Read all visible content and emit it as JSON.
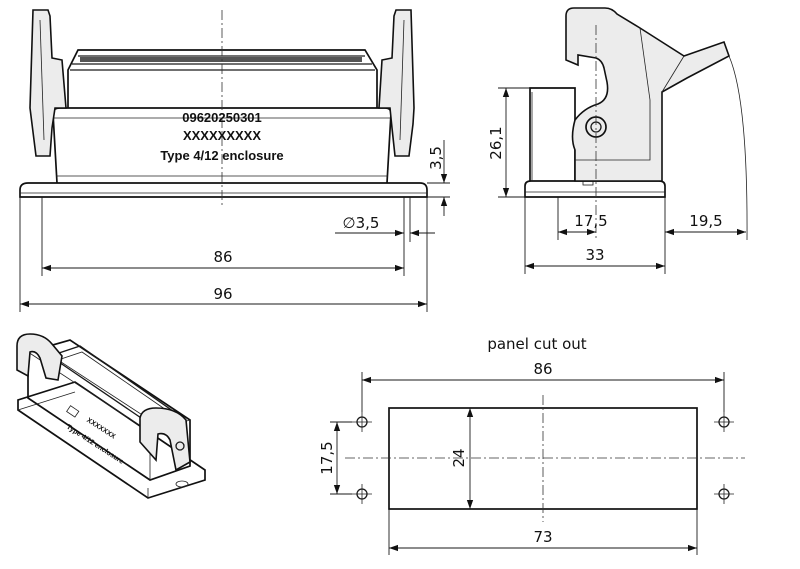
{
  "front_view": {
    "label_part_number": "09620250301",
    "label_code": "XXXXXXXXX",
    "label_type": "Type 4/12 enclosure",
    "dim_height_small": "3,5",
    "dim_hole_diameter": "∅3,5",
    "dim_hole_spacing": "86",
    "dim_overall_width": "96"
  },
  "side_view": {
    "dim_height": "26,1",
    "dim_inner_width": "17,5",
    "dim_lever_offset": "19,5",
    "dim_base_width": "33"
  },
  "panel_cutout": {
    "title": "panel cut out",
    "dim_hole_spacing_x": "86",
    "dim_hole_spacing_y": "17,5",
    "dim_cutout_height": "24",
    "dim_cutout_width": "73"
  },
  "iso_view": {
    "label_code": "XXXXXXX",
    "label_type": "Type 4/12 enclosure"
  }
}
